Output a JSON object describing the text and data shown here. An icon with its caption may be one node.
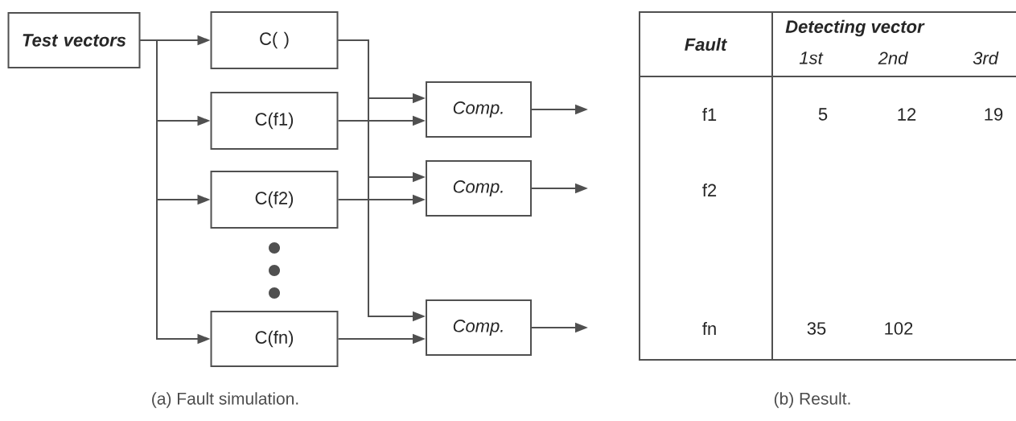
{
  "diagram": {
    "nodes": [
      {
        "text": [
          "Test vectors"
        ]
      },
      {
        "text": [
          "C( )"
        ]
      },
      {
        "text": [
          "C(f1)"
        ]
      },
      {
        "text": [
          "C(f2)"
        ]
      },
      {
        "text": [
          "C(fn)"
        ]
      },
      {
        "text": [
          "Comp."
        ]
      },
      {
        "text": [
          "Comp."
        ]
      },
      {
        "text": [
          "Comp."
        ]
      }
    ],
    "edges": [
      {
        "from": 0,
        "to": 1,
        "arrow": "to"
      },
      {
        "from": 0,
        "to": 2,
        "arrow": "to"
      },
      {
        "from": 0,
        "to": 3,
        "arrow": "to"
      },
      {
        "from": 0,
        "to": 4,
        "arrow": "to"
      },
      {
        "from": 1,
        "to": 5,
        "arrow": "to"
      },
      {
        "from": 1,
        "to": 6,
        "arrow": "to"
      },
      {
        "from": 1,
        "to": 7,
        "arrow": "to"
      },
      {
        "from": 2,
        "to": 5,
        "arrow": "to"
      },
      {
        "from": 3,
        "to": 6,
        "arrow": "to"
      },
      {
        "from": 4,
        "to": 7,
        "arrow": "to"
      },
      {
        "from": 5,
        "to": null,
        "arrow": "to"
      },
      {
        "from": 6,
        "to": null,
        "arrow": "to"
      },
      {
        "from": 7,
        "to": null,
        "arrow": "to"
      }
    ],
    "labels": [
      "Fault",
      "Detecting vector",
      "1st",
      "2nd",
      "3rd",
      "f1",
      "5",
      "12",
      "19",
      "f2",
      "fn",
      "35",
      "102",
      "(a) Fault simulation.",
      "(b) Result."
    ]
  }
}
